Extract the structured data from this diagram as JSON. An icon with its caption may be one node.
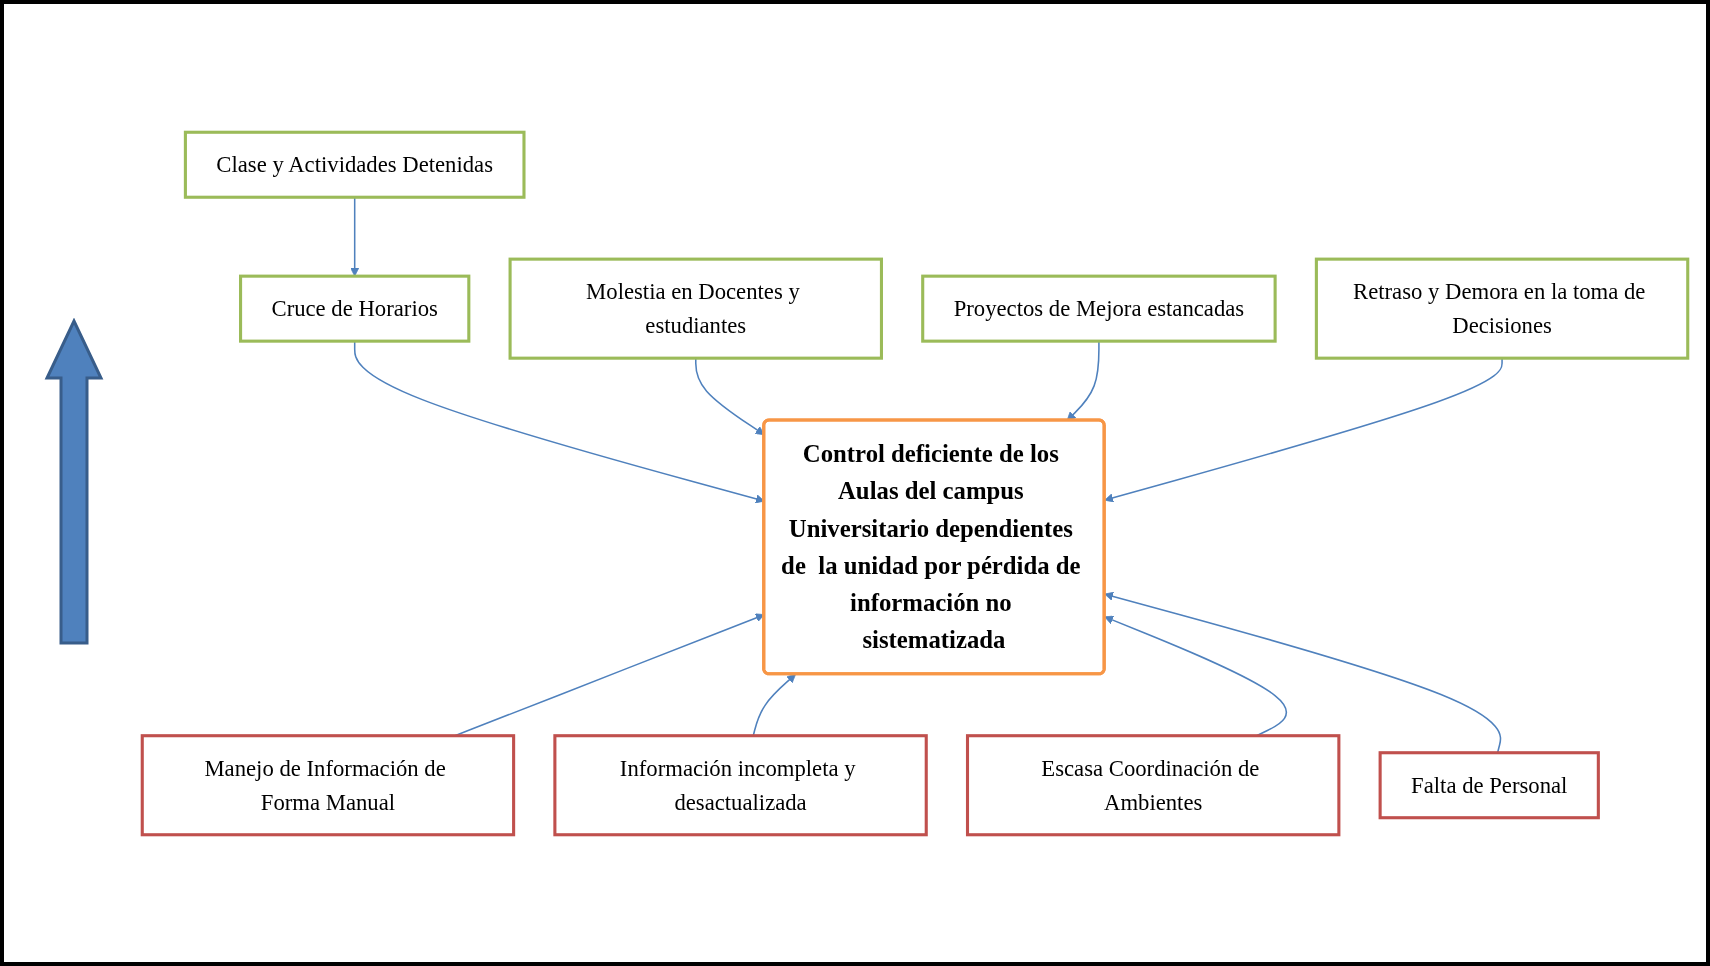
{
  "diagram": {
    "nodes": [
      {
        "text": [
          "Clase y Actividades Detenidas"
        ]
      },
      {
        "text": [
          "Cruce de Horarios"
        ]
      },
      {
        "text": [
          "Molestia en Docentes y estudiantes"
        ]
      },
      {
        "text": [
          "Proyectos de Mejora estancadas"
        ]
      },
      {
        "text": [
          "Retraso y Demora en la toma de Decisiones"
        ]
      },
      {
        "text": [
          "Control deficiente de los Aulas del campus Universitario dependientes de  la unidad por pérdida de información no sistematizada"
        ]
      },
      {
        "text": [
          "Manejo de Información de Forma Manual"
        ]
      },
      {
        "text": [
          "Información incompleta y desactualizada"
        ]
      },
      {
        "text": [
          "Escasa Coordinación de Ambientes"
        ]
      },
      {
        "text": [
          "Falta de Personal"
        ]
      }
    ],
    "edges": [
      {
        "from": 0,
        "to": 1,
        "arrow": "to"
      },
      {
        "from": 1,
        "to": 5,
        "arrow": "to"
      },
      {
        "from": 2,
        "to": 5,
        "arrow": "to"
      },
      {
        "from": 3,
        "to": 5,
        "arrow": "to"
      },
      {
        "from": 4,
        "to": 5,
        "arrow": "to"
      },
      {
        "from": 6,
        "to": 5,
        "arrow": "to"
      },
      {
        "from": 7,
        "to": 5,
        "arrow": "to"
      },
      {
        "from": 8,
        "to": 5,
        "arrow": "to"
      },
      {
        "from": 9,
        "to": 5,
        "arrow": "to"
      }
    ]
  }
}
